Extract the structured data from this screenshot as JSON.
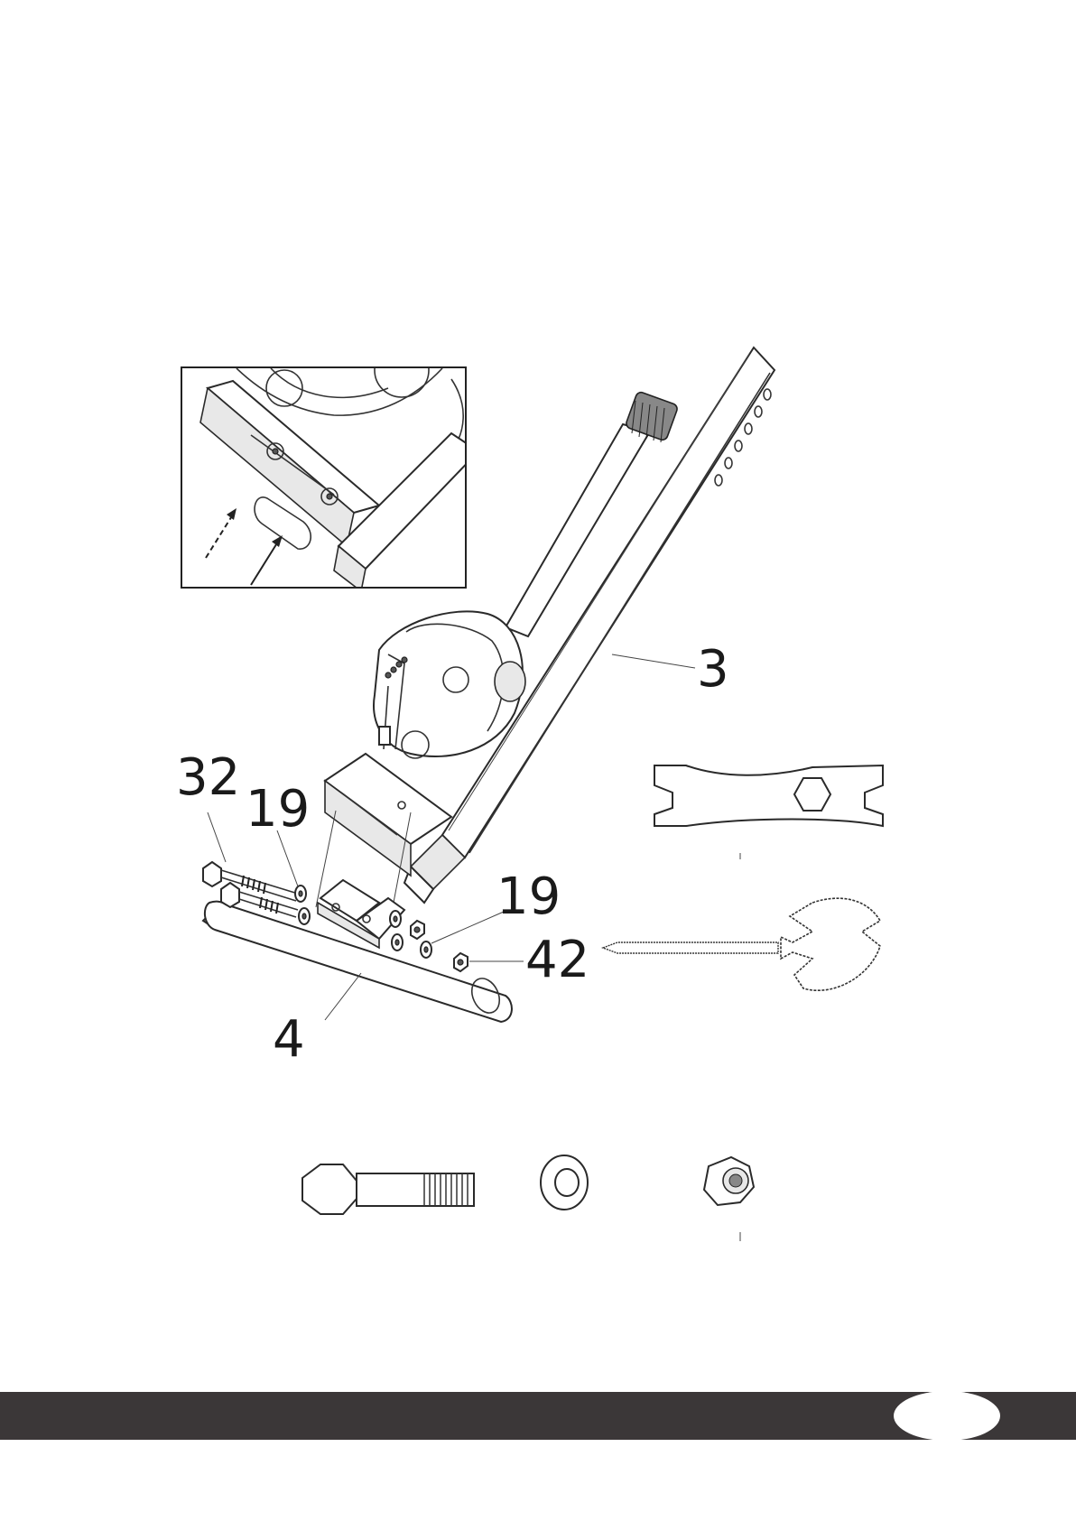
{
  "callouts": {
    "bolt": "32",
    "washer_left": "19",
    "washer_right": "19",
    "nut": "42",
    "frame": "3",
    "foot_stabilizer": "4"
  }
}
